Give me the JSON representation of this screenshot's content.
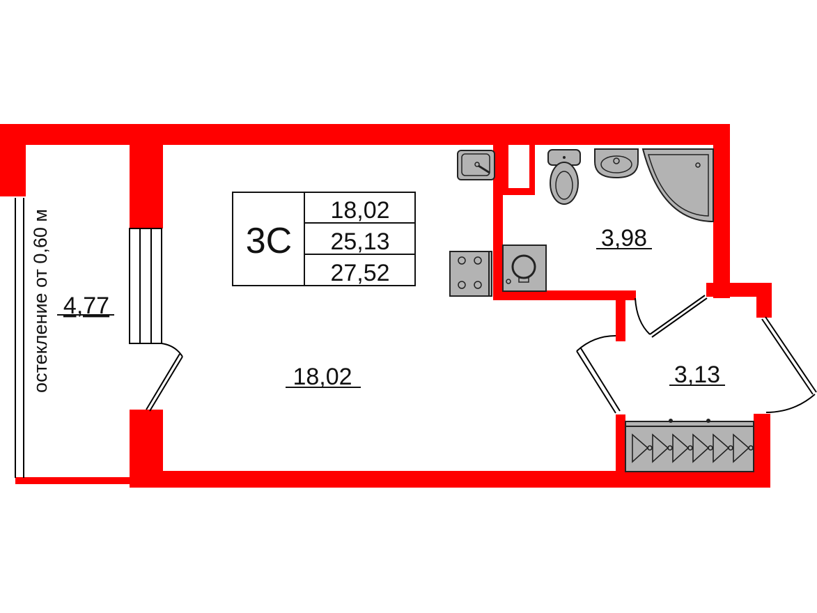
{
  "plan": {
    "unit_type": "3С",
    "summary_areas": [
      "18,02",
      "25,13",
      "27,52"
    ],
    "wall_color": "#ff0000",
    "fixture_color": "#b3b3b3"
  },
  "rooms": {
    "balcony": {
      "area": "4,77",
      "glazing_note": "остекление от 0,60 м"
    },
    "living": {
      "area": "18,02"
    },
    "bathroom": {
      "area": "3,98"
    },
    "hallway": {
      "area": "3,13"
    }
  }
}
